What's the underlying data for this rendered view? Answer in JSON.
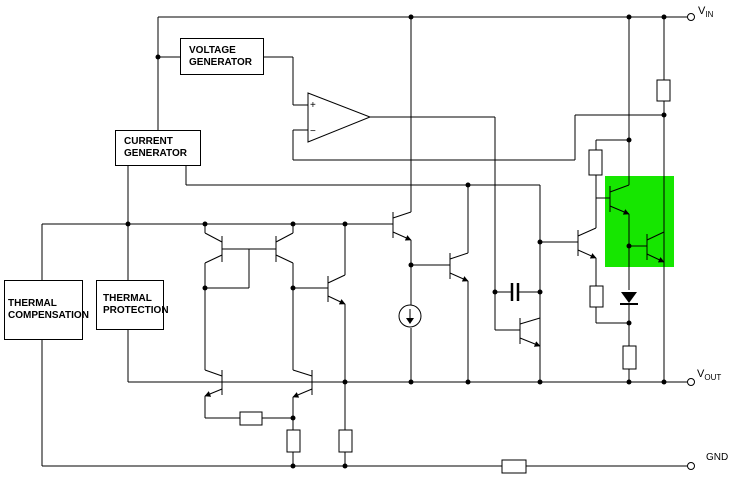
{
  "blocks": {
    "voltage_generator": [
      "VOLTAGE",
      "GENERATOR"
    ],
    "current_generator": [
      "CURRENT",
      "GENERATOR"
    ],
    "thermal_compensation": [
      "THERMAL",
      "COMPENSATION"
    ],
    "thermal_protection": [
      "THERMAL",
      "PROTECTION"
    ]
  },
  "pins": {
    "vin": {
      "main": "V",
      "sub": "IN"
    },
    "vout": {
      "main": "V",
      "sub": "OUT"
    },
    "gnd": "GND"
  },
  "opamp": {
    "plus": "+",
    "minus": "−"
  },
  "colors": {
    "highlight": "#16e600",
    "wire": "#000000"
  }
}
